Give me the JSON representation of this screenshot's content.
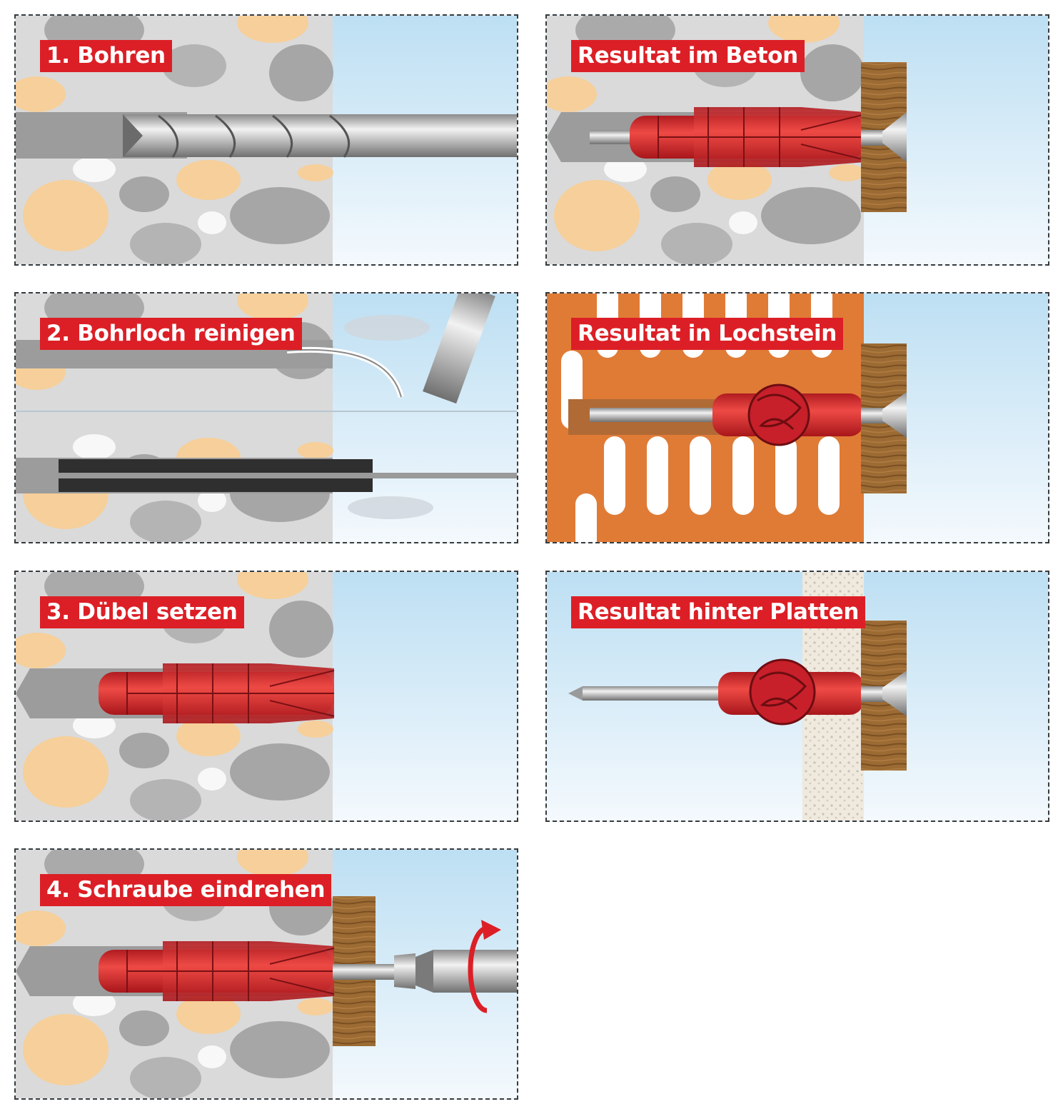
{
  "steps": [
    {
      "label": "1. Bohren"
    },
    {
      "label": "2. Bohrloch reinigen"
    },
    {
      "label": "3. Dübel setzen"
    },
    {
      "label": "4. Schraube eindrehen"
    }
  ],
  "results": [
    {
      "label": "Resultat im Beton"
    },
    {
      "label": "Resultat in Lochstein"
    },
    {
      "label": "Resultat hinter Platten"
    }
  ],
  "colors": {
    "label_bg": "#dc1f26",
    "label_text": "#ffffff",
    "concrete": "#d9d9d9",
    "stone_gray": "#a9a9a9",
    "stone_orange": "#f6cf9a",
    "air": "#e7f3fb",
    "brick": "#e07b36",
    "wood": "#9a6a35",
    "plug": "#d8262c",
    "board": "#ece6dc"
  }
}
